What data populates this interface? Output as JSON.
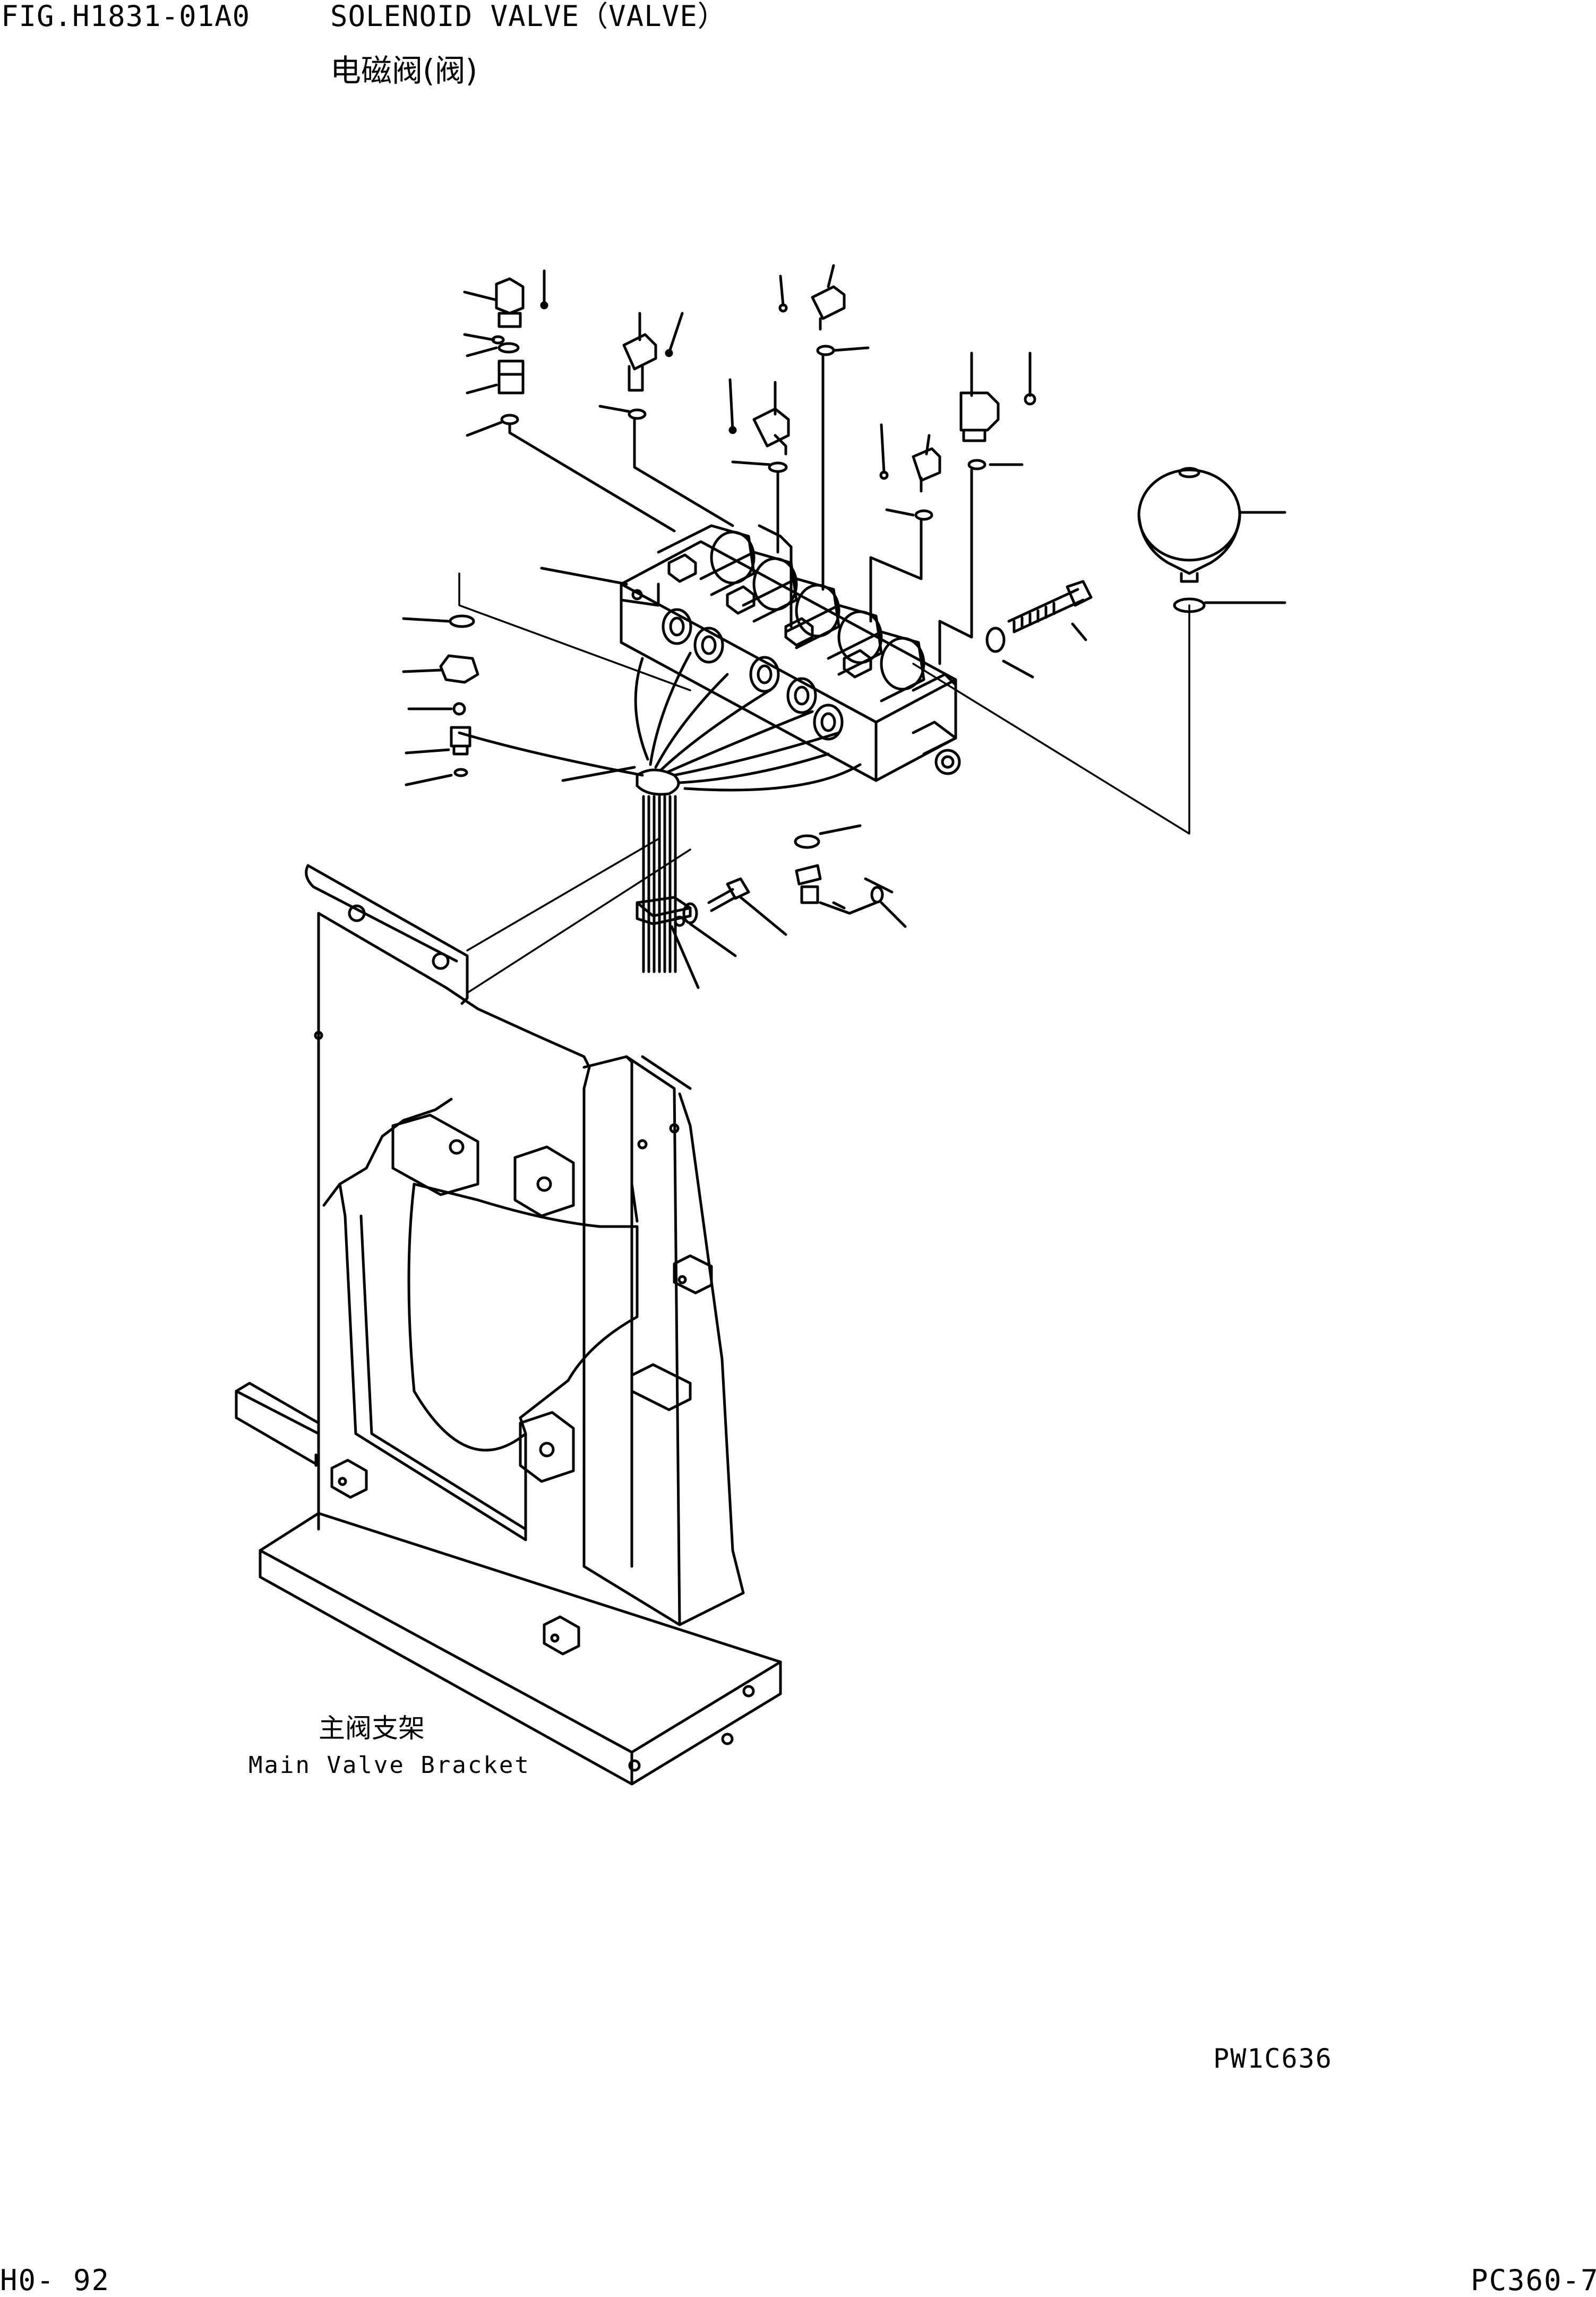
{
  "header": {
    "figure_code": "FIG.H1831-01A0",
    "title": "SOLENOID VALVE（VALVE）",
    "title_cn": "电磁阀(阀)"
  },
  "diagram": {
    "bracket_label_cn": "主阀支架",
    "bracket_label_en": "Main Valve Bracket",
    "drawing_number": "PW1C636"
  },
  "footer": {
    "page": "H0- 92",
    "model": "PC360-7"
  },
  "icons": [
    "solenoid-valve-assembly-icon",
    "accumulator-icon",
    "main-valve-bracket-icon",
    "fitting-icon",
    "o-ring-icon",
    "bolt-icon",
    "wire-harness-icon"
  ]
}
